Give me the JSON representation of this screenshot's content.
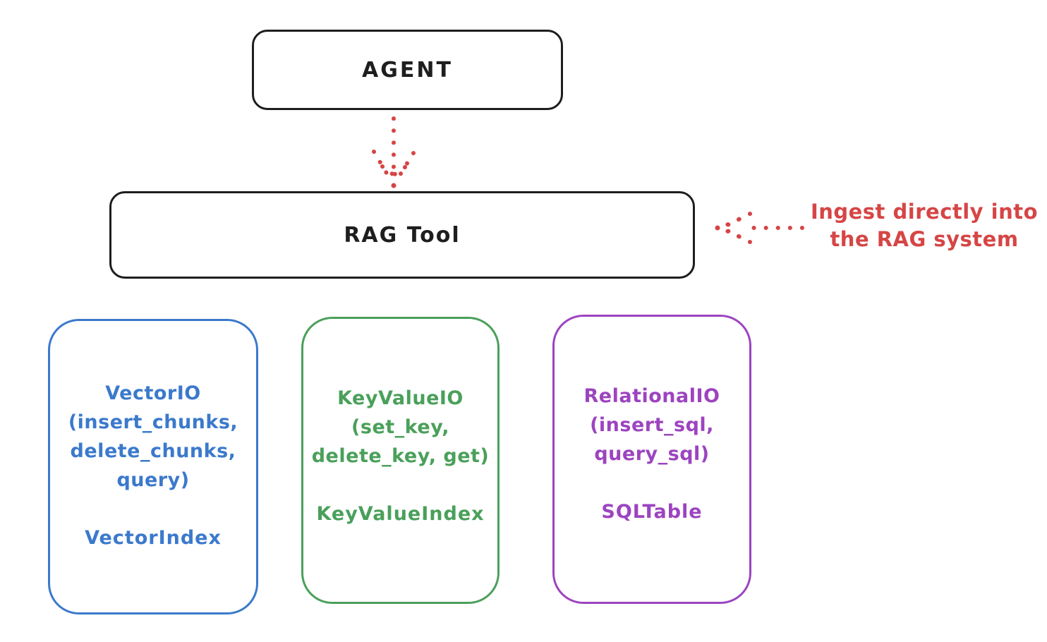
{
  "colors": {
    "ink": "#1e1e1e",
    "red": "#d64545",
    "blue": "#3b79cc",
    "green": "#4aa05a",
    "purple": "#9c44c0"
  },
  "diagram": {
    "agent_box": {
      "label": "AGENT"
    },
    "ragtool_box": {
      "label": "RAG Tool"
    },
    "annotation": {
      "line1": "Ingest directly into",
      "line2": "the RAG system"
    },
    "backends": [
      {
        "id": "vector-io",
        "color": "#3b79cc",
        "lines": [
          "VectorIO",
          "(insert_chunks,",
          "delete_chunks,",
          "query)"
        ],
        "index_label": "VectorIndex"
      },
      {
        "id": "keyvalue-io",
        "color": "#4aa05a",
        "lines": [
          "KeyValueIO",
          "(set_key,",
          "delete_key, get)"
        ],
        "index_label": "KeyValueIndex"
      },
      {
        "id": "relational-io",
        "color": "#9c44c0",
        "lines": [
          "RelationalIO",
          "(insert_sql,",
          "query_sql)"
        ],
        "index_label": "SQLTable"
      }
    ],
    "arrows": [
      {
        "id": "agent-to-ragtool",
        "style": "dotted",
        "color": "#d64545",
        "direction": "down"
      },
      {
        "id": "annotation-to-ragtool",
        "style": "dotted",
        "color": "#d64545",
        "direction": "left"
      }
    ]
  }
}
